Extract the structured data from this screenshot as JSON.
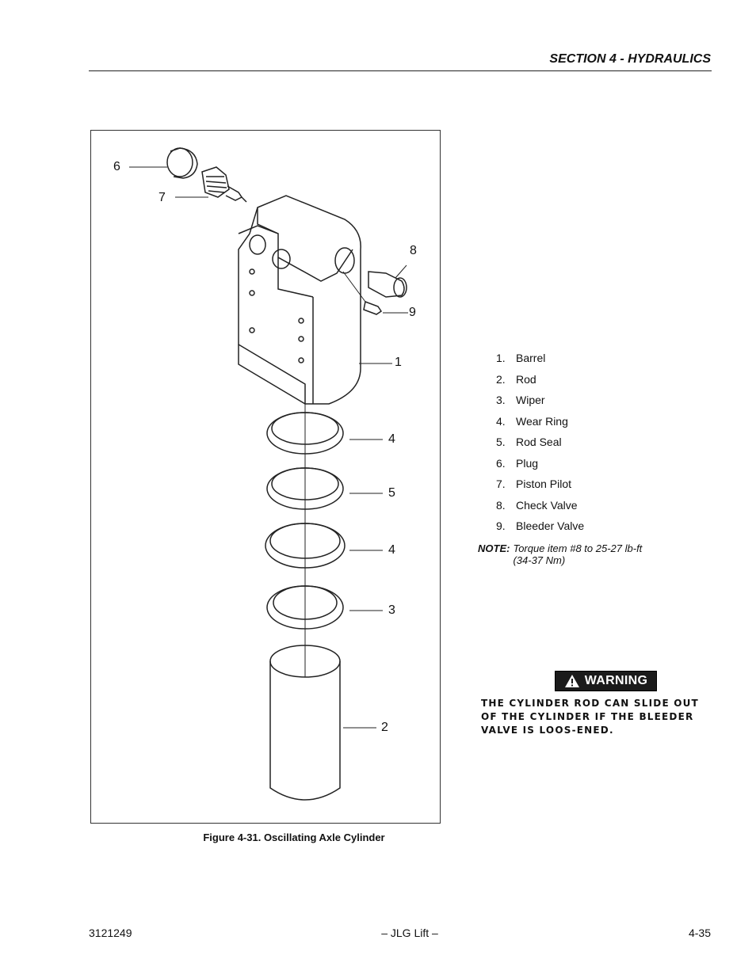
{
  "header": {
    "section_title": "SECTION 4 - HYDRAULICS"
  },
  "figure": {
    "callouts": [
      "6",
      "7",
      "8",
      "9",
      "1",
      "4",
      "5",
      "4",
      "3",
      "2"
    ],
    "caption": "Figure 4-31.  Oscillating Axle Cylinder"
  },
  "parts": [
    {
      "num": "1.",
      "name": "Barrel"
    },
    {
      "num": "2.",
      "name": "Rod"
    },
    {
      "num": "3.",
      "name": "Wiper"
    },
    {
      "num": "4.",
      "name": "Wear Ring"
    },
    {
      "num": "5.",
      "name": "Rod Seal"
    },
    {
      "num": "6.",
      "name": "Plug"
    },
    {
      "num": "7.",
      "name": "Piston Pilot"
    },
    {
      "num": "8.",
      "name": "Check Valve"
    },
    {
      "num": "9.",
      "name": "Bleeder Valve"
    }
  ],
  "note": {
    "label": "NOTE:",
    "text": "Torque item #8 to 25-27 lb-ft (34-37 Nm)"
  },
  "warning": {
    "icon": "warning-triangle-icon",
    "label": "WARNING",
    "text": "THE CYLINDER ROD CAN SLIDE OUT OF THE CYLINDER IF THE BLEEDER VALVE IS LOOS-ENED."
  },
  "footer": {
    "doc_number": "3121249",
    "center": "– JLG Lift –",
    "page": "4-35"
  }
}
